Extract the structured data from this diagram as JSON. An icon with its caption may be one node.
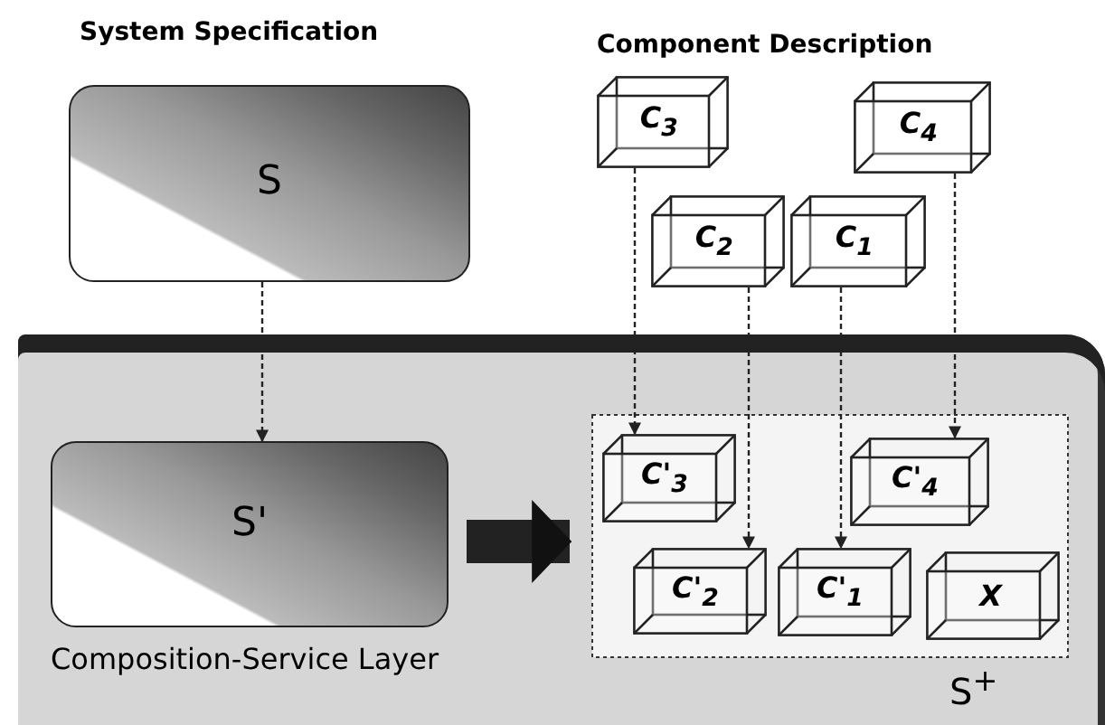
{
  "diagram": {
    "nodes": [
      {
        "text": [
          "System Specification",
          "S"
        ]
      },
      {
        "text": [
          "C$_{3}$"
        ]
      },
      {
        "text": [
          "C$_{4}$"
        ]
      },
      {
        "text": [
          "C$_{2}$"
        ]
      },
      {
        "text": [
          "C$_{1}$"
        ]
      },
      {
        "text": [
          "Composition-Service Layer"
        ]
      },
      {
        "text": [
          "S'"
        ],
        "in": 5
      },
      {
        "text": [
          "S$^{+}$"
        ],
        "in": 5
      },
      {
        "text": [
          "C'$_{3}$"
        ],
        "in": 7
      },
      {
        "text": [
          "C'$_{4}$"
        ],
        "in": 7
      },
      {
        "text": [
          "C'$_{2}$"
        ],
        "in": 7
      },
      {
        "text": [
          "C'$_{1}$"
        ],
        "in": 7
      },
      {
        "text": [
          "X"
        ],
        "in": 7
      }
    ],
    "edges": [
      {
        "from": 0,
        "to": 6,
        "arrow": "to",
        "style": "dashed"
      },
      {
        "from": 1,
        "to": 8,
        "arrow": "to",
        "style": "dashed"
      },
      {
        "from": 3,
        "to": 10,
        "arrow": "to",
        "style": "dashed"
      },
      {
        "from": 4,
        "to": 11,
        "arrow": "to",
        "style": "dashed"
      },
      {
        "from": 2,
        "to": 9,
        "arrow": "to",
        "style": "dashed"
      },
      {
        "from": 6,
        "to": 7,
        "arrow": "to",
        "style": "thick"
      }
    ],
    "labels": [
      "Component Description"
    ]
  }
}
